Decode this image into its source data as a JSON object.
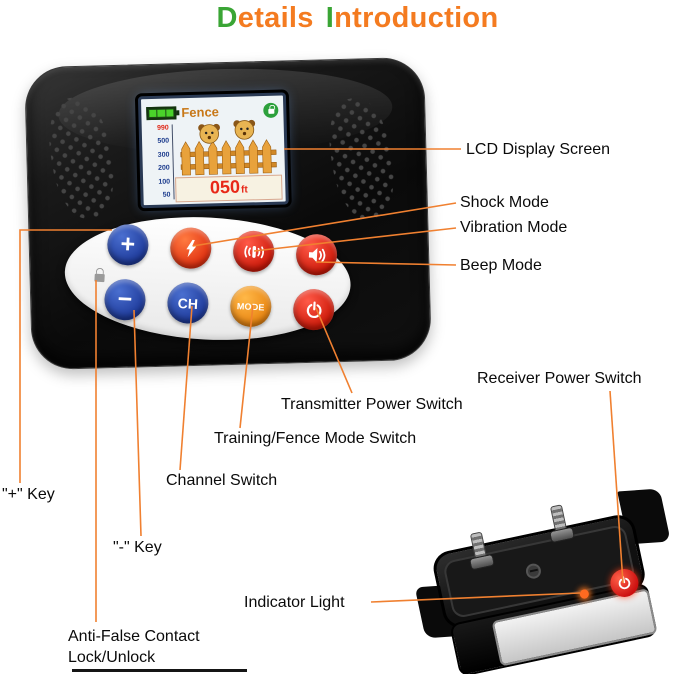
{
  "title": {
    "part1_initial": "D",
    "part1_rest": "etails",
    "part2_initial": "I",
    "part2_rest": "ntroduction"
  },
  "colors": {
    "title_orange": "#f47b20",
    "title_green": "#3aa535",
    "callout_line": "#f08030",
    "button_blue": "#1e3a9a",
    "button_red": "#cc1808",
    "button_amber": "#e88410",
    "lcd_red": "#e82818",
    "battery_green": "#4ad32a"
  },
  "callouts": {
    "lcd": "LCD Display Screen",
    "shock": "Shock Mode",
    "vibration": "Vibration Mode",
    "beep": "Beep Mode",
    "receiver_power": "Receiver Power Switch",
    "transmitter_power": "Transmitter Power Switch",
    "mode_switch": "Training/Fence Mode Switch",
    "channel": "Channel Switch",
    "plus_key": "\"+\" Key",
    "minus_key": "\"-\" Key",
    "indicator": "Indicator Light",
    "anti_false_1": "Anti-False Contact",
    "anti_false_2": "Lock/Unlock"
  },
  "transmitter": {
    "lcd": {
      "mode_label": "Fence",
      "distance_value": "050",
      "distance_unit": "ft",
      "scale": [
        "990",
        "500",
        "300",
        "200",
        "100",
        "50"
      ]
    },
    "buttons": {
      "plus": "+",
      "minus": "−",
      "channel": "CH",
      "mode": "MODE"
    }
  },
  "icons": {
    "shock": "lightning-bolt",
    "vibration": "vibration-waves",
    "beep": "speaker-waves",
    "power": "power-symbol",
    "battery": "battery-level",
    "lock": "padlock"
  }
}
